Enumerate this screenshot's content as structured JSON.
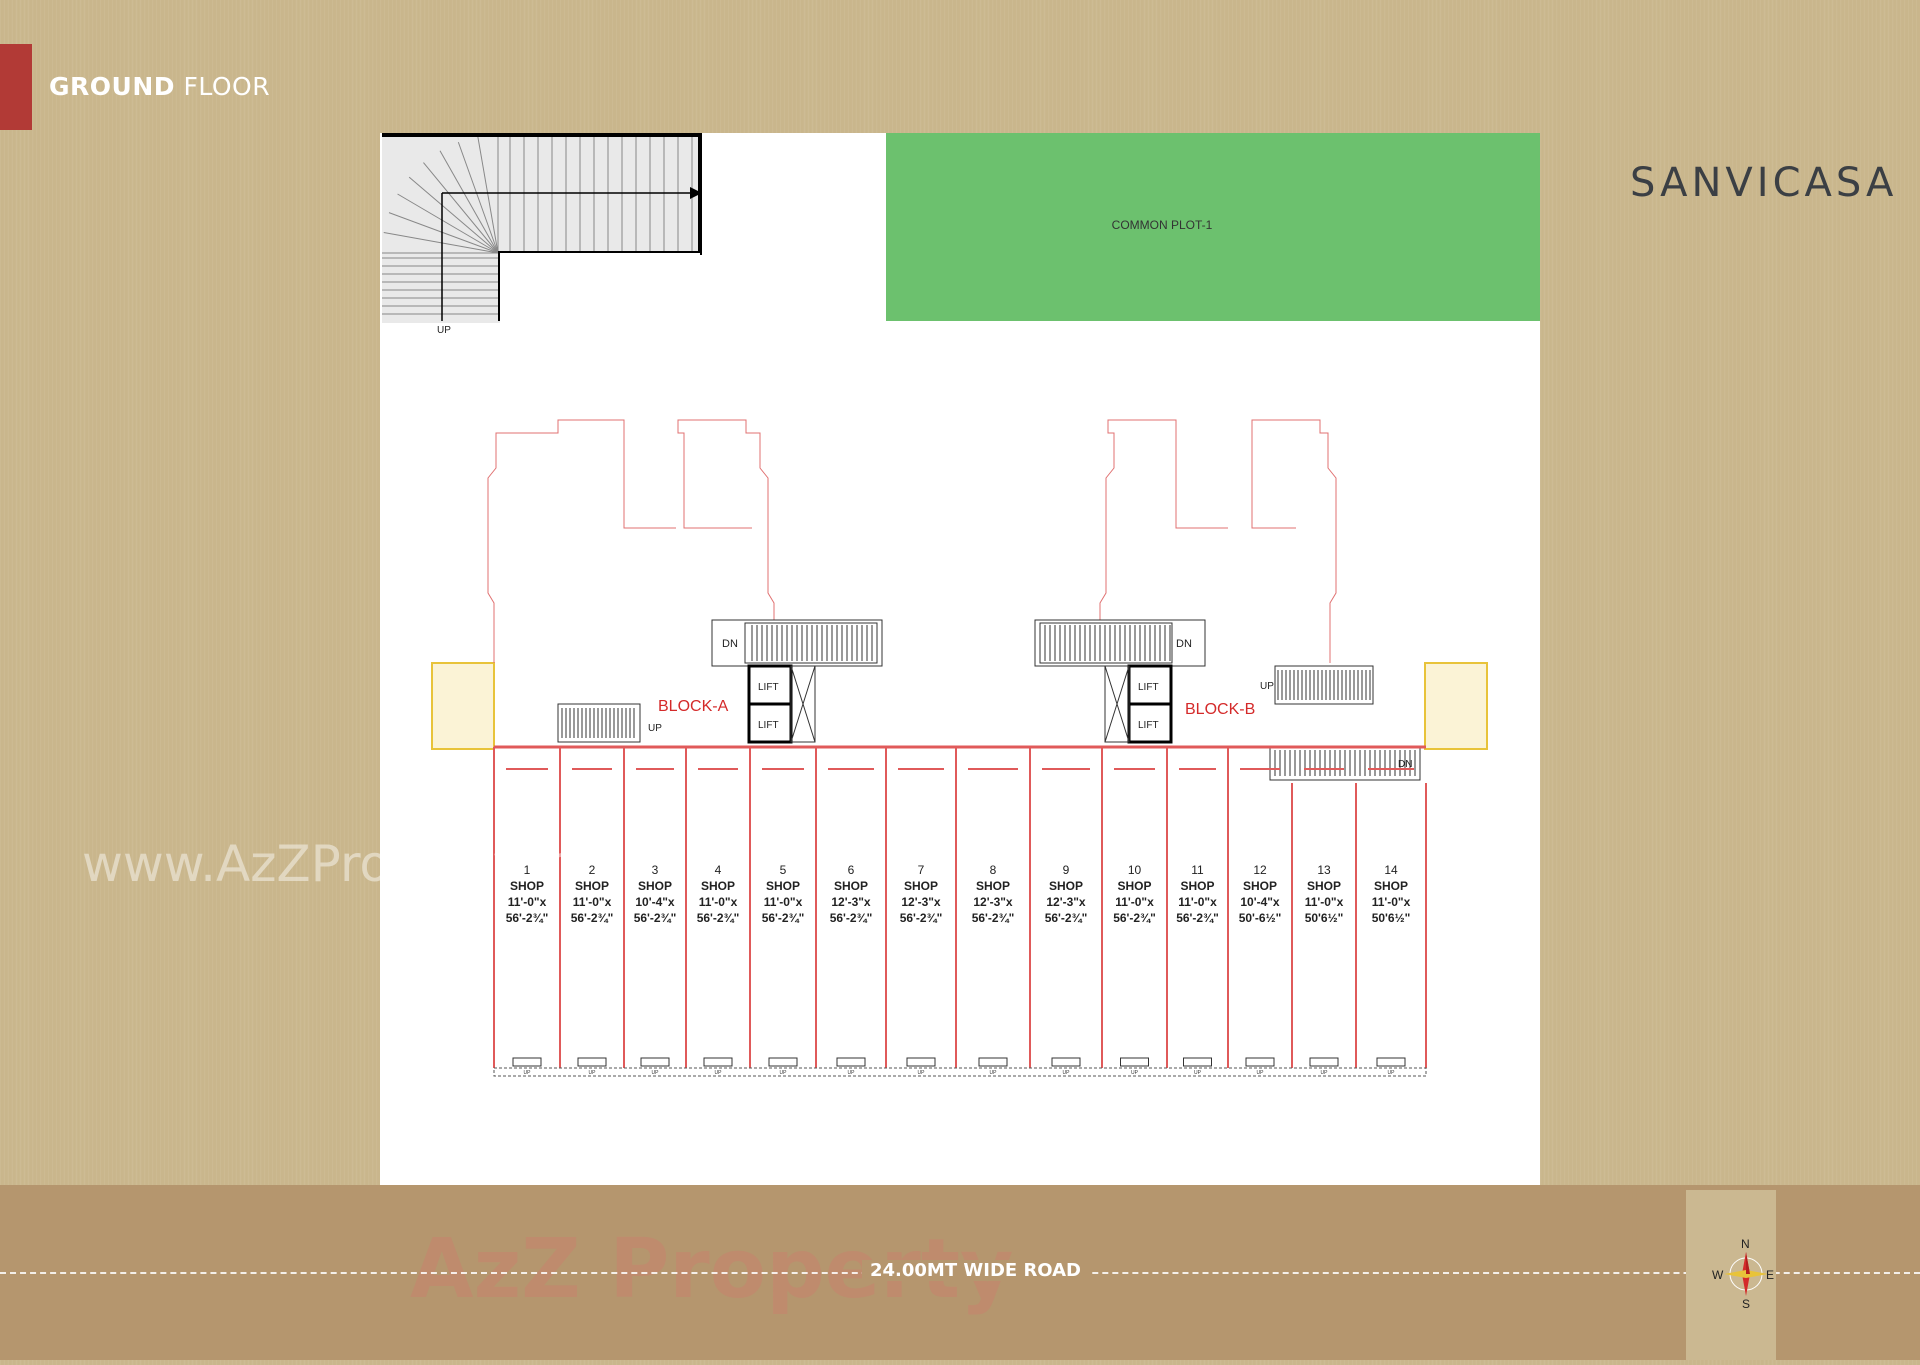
{
  "header": {
    "title_bold": "GROUND",
    "title_light": "FLOOR"
  },
  "brand": {
    "logo_text": "SANVICASA"
  },
  "plan": {
    "common_plot": "COMMON PLOT-1",
    "stair_up_label": "UP",
    "blocks": [
      {
        "name": "BLOCK-A",
        "lift_labels": [
          "LIFT",
          "LIFT"
        ],
        "stair_labels": [
          "DN",
          "UP"
        ]
      },
      {
        "name": "BLOCK-B",
        "lift_labels": [
          "LIFT",
          "LIFT"
        ],
        "stair_labels": [
          "DN",
          "UP",
          "DN"
        ]
      }
    ],
    "shop_word": "SHOP",
    "step_label": "UP",
    "shops": [
      {
        "no": "1",
        "width": "11'-0\"x",
        "depth": "56'-2¾\""
      },
      {
        "no": "2",
        "width": "11'-0\"x",
        "depth": "56'-2¾\""
      },
      {
        "no": "3",
        "width": "10'-4\"x",
        "depth": "56'-2¾\""
      },
      {
        "no": "4",
        "width": "11'-0\"x",
        "depth": "56'-2¾\""
      },
      {
        "no": "5",
        "width": "11'-0\"x",
        "depth": "56'-2¾\""
      },
      {
        "no": "6",
        "width": "12'-3\"x",
        "depth": "56'-2¾\""
      },
      {
        "no": "7",
        "width": "12'-3\"x",
        "depth": "56'-2¾\""
      },
      {
        "no": "8",
        "width": "12'-3\"x",
        "depth": "56'-2¾\""
      },
      {
        "no": "9",
        "width": "12'-3\"x",
        "depth": "56'-2¾\""
      },
      {
        "no": "10",
        "width": "11'-0\"x",
        "depth": "56'-2¾\""
      },
      {
        "no": "11",
        "width": "11'-0\"x",
        "depth": "56'-2¾\""
      },
      {
        "no": "12",
        "width": "10'-4\"x",
        "depth": "50'-6½\""
      },
      {
        "no": "13",
        "width": "11'-0\"x",
        "depth": "50'6½\""
      },
      {
        "no": "14",
        "width": "11'-0\"x",
        "depth": "50'6½\""
      }
    ]
  },
  "road": {
    "label": "24.00MT WIDE ROAD"
  },
  "compass": {
    "n": "N",
    "s": "S",
    "e": "E",
    "w": "W"
  },
  "watermarks": {
    "url": "www.AzZProperty.in",
    "brand": "AzZ Property"
  },
  "colors": {
    "background": "#c9b68c",
    "accent_red": "#b23a36",
    "plot_green": "#6cc16e",
    "wall_red": "#e05a5a",
    "block_label": "#d42a2a",
    "yellow_zone": "#e8c33a",
    "road": "#b5966e"
  }
}
